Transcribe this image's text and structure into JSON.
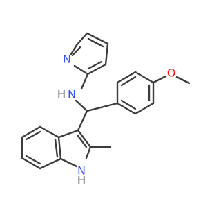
{
  "colors": {
    "bond": "#3c3c3c",
    "nitrogen": "#3050f8",
    "oxygen": "#ff0d0d",
    "hydrogen": "#3c3c3c",
    "background": "#ffffff"
  },
  "atoms": {
    "pyridine_n": {
      "text": "N"
    },
    "amine_n": {
      "text": "N"
    },
    "amine_h": {
      "text": "H"
    },
    "methoxy_o": {
      "text": "O"
    },
    "indole_n": {
      "text": "N"
    },
    "indole_h": {
      "text": "H"
    }
  }
}
